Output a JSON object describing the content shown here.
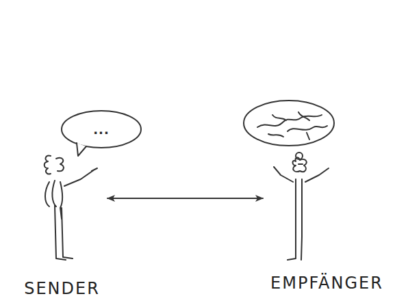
{
  "diagram": {
    "nodes": [
      {
        "text": [
          "..."
        ]
      },
      {
        "text": [
          "SENDER"
        ]
      },
      {
        "text": [
          "EMPFÄNGER"
        ]
      }
    ],
    "edges": [
      {
        "from": 1,
        "to": 2,
        "arrow": "both"
      }
    ]
  }
}
